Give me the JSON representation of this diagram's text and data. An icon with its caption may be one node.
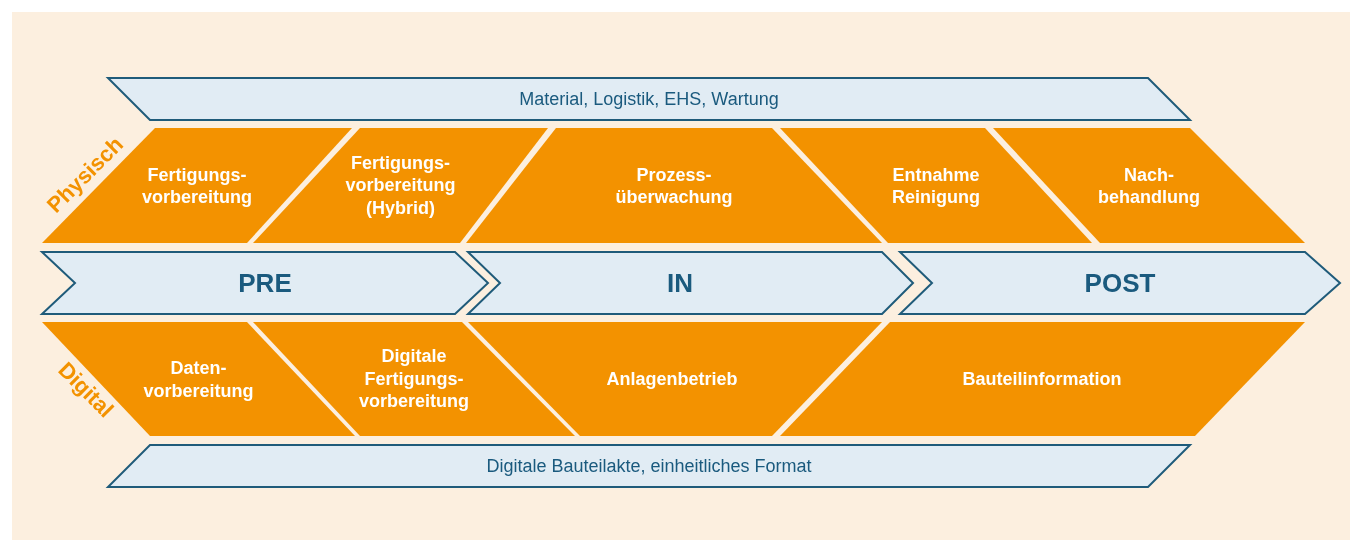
{
  "diagram": {
    "nodes": [
      {
        "text": [
          "Material, Logistik, EHS, Wartung"
        ]
      },
      {
        "text": [
          "Fertigungs- vorbereitung"
        ]
      },
      {
        "text": [
          "Fertigungs- vorbereitung (Hybrid)"
        ]
      },
      {
        "text": [
          "Prozess- überwachung"
        ]
      },
      {
        "text": [
          "Entnahme Reinigung"
        ]
      },
      {
        "text": [
          "Nach- behandlung"
        ]
      },
      {
        "text": [
          "PRE"
        ]
      },
      {
        "text": [
          "IN"
        ]
      },
      {
        "text": [
          "POST"
        ]
      },
      {
        "text": [
          "Daten- vorbereitung"
        ]
      },
      {
        "text": [
          "Digitale Fertigungs- vorbereitung"
        ]
      },
      {
        "text": [
          "Anlagenbetrieb"
        ]
      },
      {
        "text": [
          "Bauteilinformation"
        ]
      },
      {
        "text": [
          "Digitale Bauteilakte, einheitliches Format"
        ]
      }
    ],
    "labels": [
      "Physisch",
      "Digital"
    ]
  }
}
